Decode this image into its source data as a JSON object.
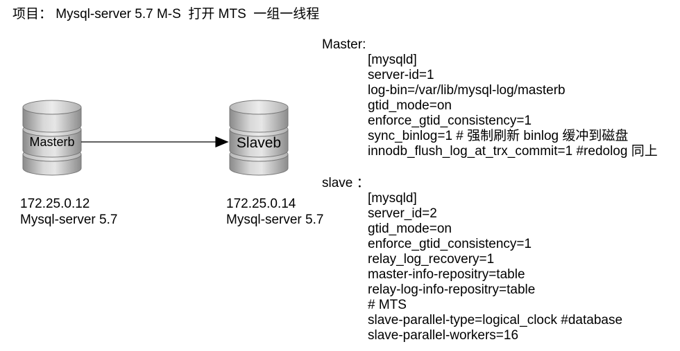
{
  "title": "项目： Mysql-server 5.7 M-S  打开 MTS  一组一线程",
  "master_db": {
    "label": "Masterb",
    "ip": "172.25.0.12",
    "server": "Mysql-server 5.7"
  },
  "slave_db": {
    "label": "Slaveb",
    "ip": "172.25.0.14",
    "server": "Mysql-server 5.7"
  },
  "master_config": {
    "heading": "Master:",
    "lines": [
      "[mysqld]",
      "server-id=1",
      "log-bin=/var/lib/mysql-log/masterb",
      "gtid_mode=on",
      "enforce_gtid_consistency=1",
      "sync_binlog=1 # 强制刷新 binlog 缓冲到磁盘",
      "innodb_flush_log_at_trx_commit=1 #redolog 同上"
    ]
  },
  "slave_config": {
    "heading": "slave ：",
    "lines": [
      "[mysqld]",
      "server_id=2",
      "gtid_mode=on",
      "enforce_gtid_consistency=1",
      "relay_log_recovery=1",
      "master-info-repositry=table",
      "relay-log-info-repositry=table",
      "# MTS",
      "slave-parallel-type=logical_clock #database",
      "slave-parallel-workers=16"
    ]
  }
}
